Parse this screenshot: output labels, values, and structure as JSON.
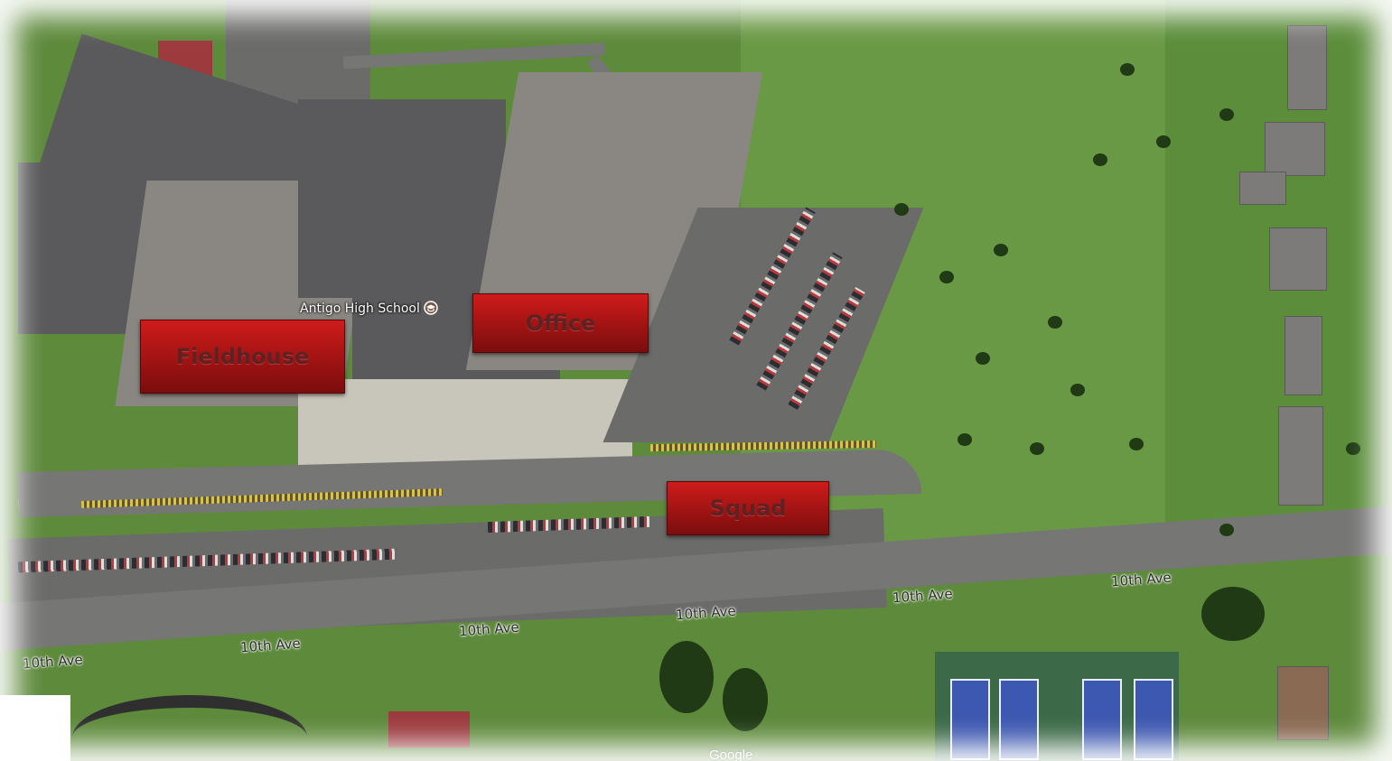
{
  "map": {
    "place_label": "Antigo High School",
    "attribution": "Google",
    "streets": [
      "10th Ave",
      "10th Ave",
      "10th Ave",
      "10th Ave",
      "10th Ave",
      "10th Ave"
    ],
    "callouts": {
      "fieldhouse": "Fieldhouse",
      "office": "Office",
      "squad": "Squad"
    },
    "colors": {
      "callout_red": "#b21414",
      "grass": "#5e8a3c",
      "roof": "#5a5a5c",
      "court": "#3d58b0"
    },
    "icons": {
      "place_marker": "school-marker-icon"
    }
  }
}
